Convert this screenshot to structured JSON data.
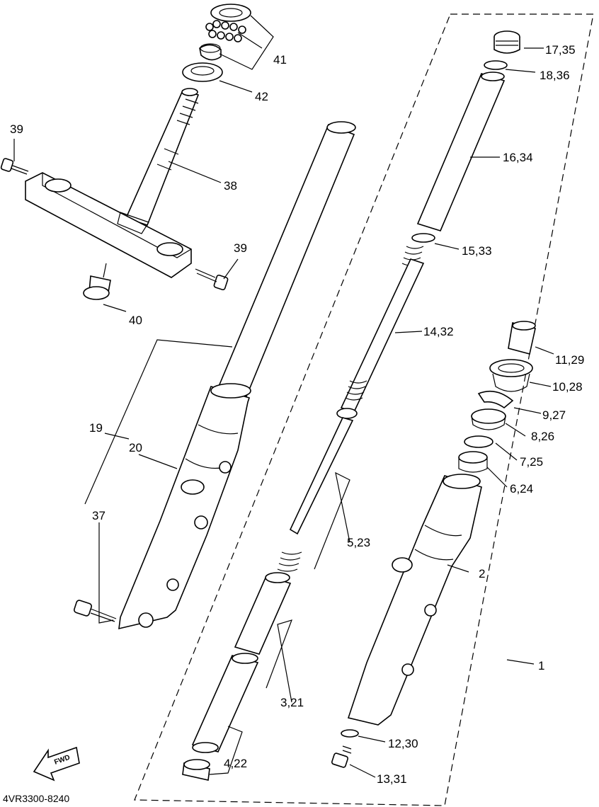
{
  "diagram_code": "4VR3300-8240",
  "fwd_label": "FWD",
  "callouts": {
    "c1": "1",
    "c2": "2",
    "c3_21": "3,21",
    "c4_22": "4,22",
    "c5_23": "5,23",
    "c6_24": "6,24",
    "c7_25": "7,25",
    "c8_26": "8,26",
    "c9_27": "9,27",
    "c10_28": "10,28",
    "c11_29": "11,29",
    "c12_30": "12,30",
    "c13_31": "13,31",
    "c14_32": "14,32",
    "c15_33": "15,33",
    "c16_34": "16,34",
    "c17_35": "17,35",
    "c18_36": "18,36",
    "c19": "19",
    "c20": "20",
    "c37": "37",
    "c38": "38",
    "c39a": "39",
    "c39b": "39",
    "c40": "40",
    "c41": "41",
    "c42": "42"
  }
}
